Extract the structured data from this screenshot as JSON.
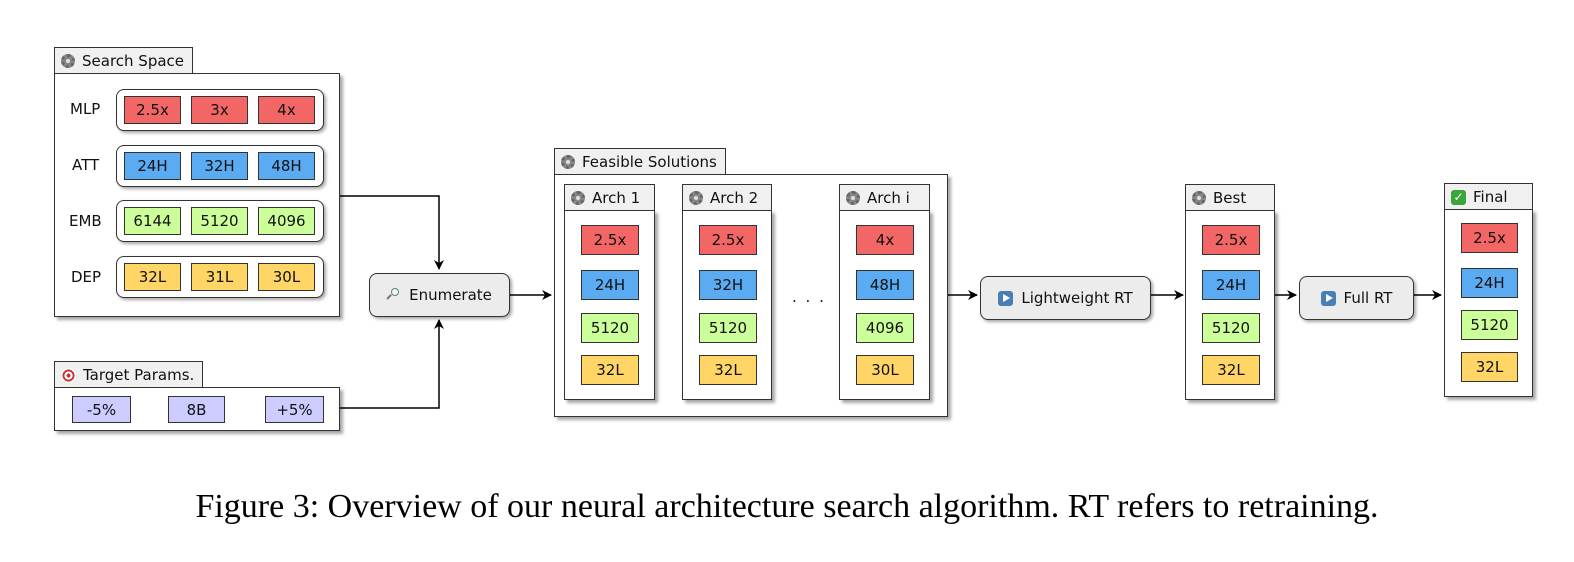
{
  "search_space": {
    "title": "Search Space",
    "icon": "gear-icon",
    "rows": [
      {
        "label": "MLP",
        "options": [
          "2.5x",
          "3x",
          "4x"
        ],
        "color": "#f26666"
      },
      {
        "label": "ATT",
        "options": [
          "24H",
          "32H",
          "48H"
        ],
        "color": "#5aabf2"
      },
      {
        "label": "EMB",
        "options": [
          "6144",
          "5120",
          "4096"
        ],
        "color": "#ccff99"
      },
      {
        "label": "DEP",
        "options": [
          "32L",
          "31L",
          "30L"
        ],
        "color": "#ffd666"
      }
    ]
  },
  "target_params": {
    "title": "Target Params.",
    "icon": "target-icon",
    "lower": "-5%",
    "center": "8B",
    "upper": "+5%",
    "color": "#ccccff"
  },
  "enumerate": {
    "label": "Enumerate",
    "icon": "magnifier-icon"
  },
  "feasible": {
    "title": "Feasible Solutions",
    "icon": "gear-icon",
    "ellipsis": ". . .",
    "archs": [
      {
        "title": "Arch 1",
        "values": [
          "2.5x",
          "24H",
          "5120",
          "32L"
        ]
      },
      {
        "title": "Arch 2",
        "values": [
          "2.5x",
          "32H",
          "5120",
          "32L"
        ]
      },
      {
        "title": "Arch i",
        "values": [
          "4x",
          "48H",
          "4096",
          "30L"
        ]
      }
    ]
  },
  "lightweight_rt": {
    "label": "Lightweight RT",
    "icon": "play-icon"
  },
  "best": {
    "title": "Best",
    "icon": "gear-icon",
    "values": [
      "2.5x",
      "24H",
      "5120",
      "32L"
    ]
  },
  "full_rt": {
    "label": "Full RT",
    "icon": "play-icon"
  },
  "final": {
    "title": "Final",
    "icon": "check-icon",
    "values": [
      "2.5x",
      "24H",
      "5120",
      "32L"
    ]
  },
  "caption": "Figure 3: Overview of our neural architecture search algorithm. RT refers to retraining.",
  "colors": {
    "mlp": "#f26666",
    "att": "#5aabf2",
    "emb": "#ccff99",
    "dep": "#ffd666",
    "params": "#ccccff"
  }
}
